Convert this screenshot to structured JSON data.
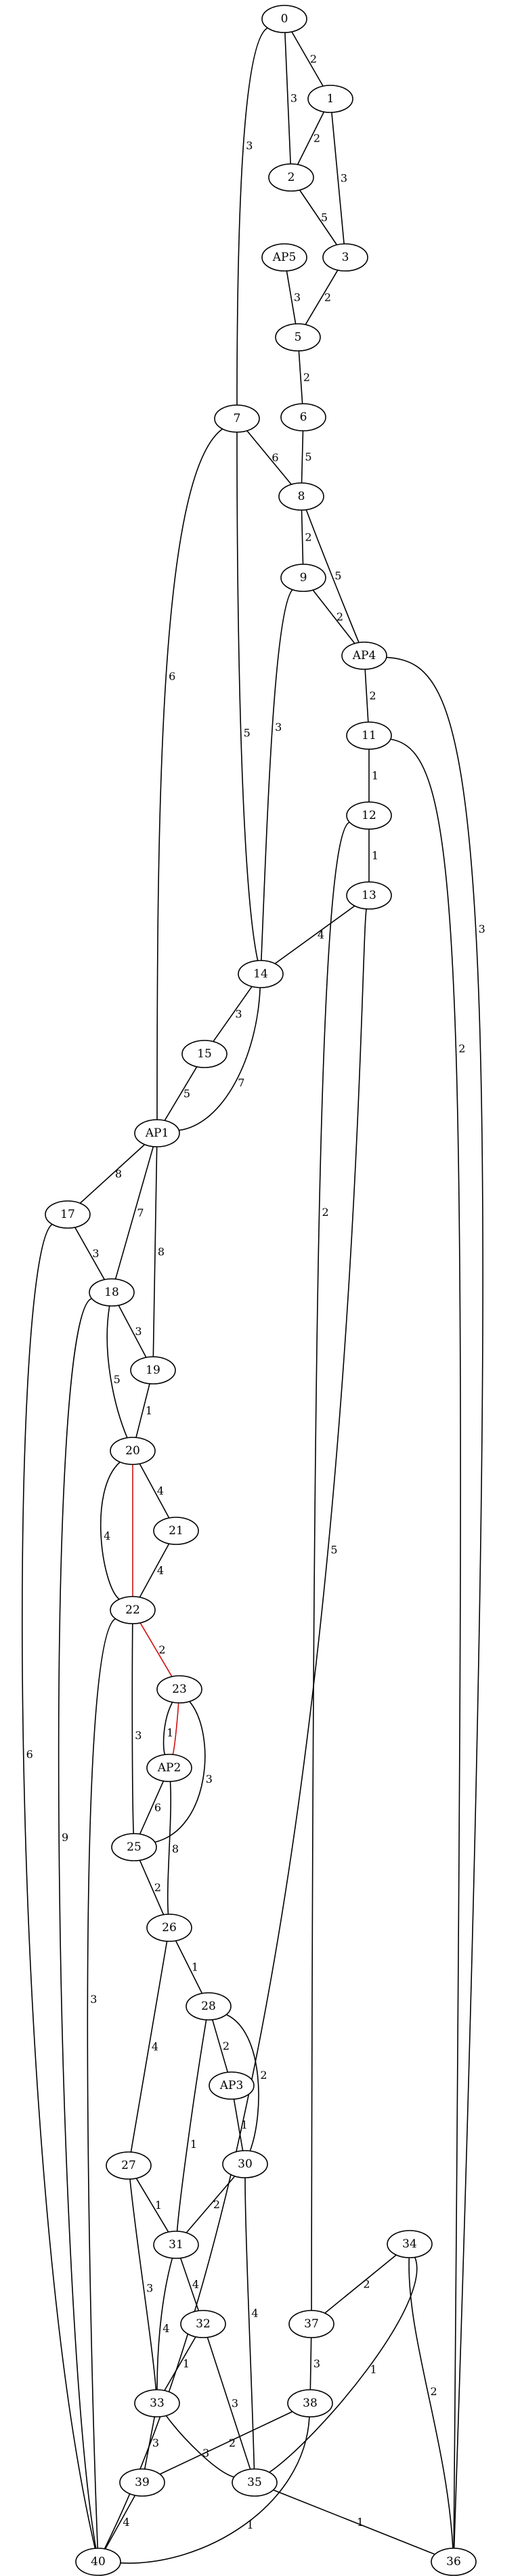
{
  "graph": {
    "nodes": [
      {
        "id": "0",
        "label": "0"
      },
      {
        "id": "1",
        "label": "1"
      },
      {
        "id": "2",
        "label": "2"
      },
      {
        "id": "3",
        "label": "3"
      },
      {
        "id": "AP5",
        "label": "AP5"
      },
      {
        "id": "5",
        "label": "5"
      },
      {
        "id": "6",
        "label": "6"
      },
      {
        "id": "7",
        "label": "7"
      },
      {
        "id": "8",
        "label": "8"
      },
      {
        "id": "9",
        "label": "9"
      },
      {
        "id": "AP4",
        "label": "AP4"
      },
      {
        "id": "11",
        "label": "11"
      },
      {
        "id": "12",
        "label": "12"
      },
      {
        "id": "13",
        "label": "13"
      },
      {
        "id": "14",
        "label": "14"
      },
      {
        "id": "15",
        "label": "15"
      },
      {
        "id": "AP1",
        "label": "AP1"
      },
      {
        "id": "17",
        "label": "17"
      },
      {
        "id": "18",
        "label": "18"
      },
      {
        "id": "19",
        "label": "19"
      },
      {
        "id": "20",
        "label": "20"
      },
      {
        "id": "21",
        "label": "21"
      },
      {
        "id": "22",
        "label": "22"
      },
      {
        "id": "23",
        "label": "23"
      },
      {
        "id": "AP2",
        "label": "AP2"
      },
      {
        "id": "25",
        "label": "25"
      },
      {
        "id": "26",
        "label": "26"
      },
      {
        "id": "28",
        "label": "28"
      },
      {
        "id": "AP3",
        "label": "AP3"
      },
      {
        "id": "27",
        "label": "27"
      },
      {
        "id": "30",
        "label": "30"
      },
      {
        "id": "31",
        "label": "31"
      },
      {
        "id": "34",
        "label": "34"
      },
      {
        "id": "32",
        "label": "32"
      },
      {
        "id": "37",
        "label": "37"
      },
      {
        "id": "33",
        "label": "33"
      },
      {
        "id": "38",
        "label": "38"
      },
      {
        "id": "39",
        "label": "39"
      },
      {
        "id": "35",
        "label": "35"
      },
      {
        "id": "40",
        "label": "40"
      },
      {
        "id": "36",
        "label": "36"
      }
    ],
    "edges": [
      {
        "from": "0",
        "to": "1",
        "label": "2"
      },
      {
        "from": "0",
        "to": "2",
        "label": "3"
      },
      {
        "from": "0",
        "to": "7",
        "label": "3"
      },
      {
        "from": "1",
        "to": "2",
        "label": "2"
      },
      {
        "from": "1",
        "to": "3",
        "label": "3"
      },
      {
        "from": "2",
        "to": "3",
        "label": "5"
      },
      {
        "from": "AP5",
        "to": "5",
        "label": "3"
      },
      {
        "from": "3",
        "to": "5",
        "label": "2"
      },
      {
        "from": "5",
        "to": "6",
        "label": "2"
      },
      {
        "from": "6",
        "to": "8",
        "label": "5"
      },
      {
        "from": "7",
        "to": "8",
        "label": "6"
      },
      {
        "from": "7",
        "to": "14",
        "label": "5"
      },
      {
        "from": "7",
        "to": "AP1",
        "label": "6"
      },
      {
        "from": "8",
        "to": "9",
        "label": "2"
      },
      {
        "from": "8",
        "to": "AP4",
        "label": "5"
      },
      {
        "from": "9",
        "to": "AP4",
        "label": "2"
      },
      {
        "from": "9",
        "to": "14",
        "label": "3"
      },
      {
        "from": "AP4",
        "to": "11",
        "label": "2"
      },
      {
        "from": "AP4",
        "to": "36",
        "label": "3"
      },
      {
        "from": "11",
        "to": "12",
        "label": "1"
      },
      {
        "from": "11",
        "to": "36",
        "label": "2"
      },
      {
        "from": "12",
        "to": "13",
        "label": "1"
      },
      {
        "from": "12",
        "to": "37",
        "label": "2"
      },
      {
        "from": "13",
        "to": "14",
        "label": "4"
      },
      {
        "from": "13",
        "to": "40",
        "label": "5"
      },
      {
        "from": "14",
        "to": "15",
        "label": "3"
      },
      {
        "from": "14",
        "to": "AP1",
        "label": "7"
      },
      {
        "from": "15",
        "to": "AP1",
        "label": "5"
      },
      {
        "from": "AP1",
        "to": "17",
        "label": "8"
      },
      {
        "from": "AP1",
        "to": "18",
        "label": "7"
      },
      {
        "from": "AP1",
        "to": "19",
        "label": "8"
      },
      {
        "from": "17",
        "to": "18",
        "label": "3"
      },
      {
        "from": "17",
        "to": "40",
        "label": "6"
      },
      {
        "from": "18",
        "to": "19",
        "label": "3"
      },
      {
        "from": "18",
        "to": "20",
        "label": "5"
      },
      {
        "from": "18",
        "to": "40",
        "label": "9"
      },
      {
        "from": "19",
        "to": "20",
        "label": "1"
      },
      {
        "from": "20",
        "to": "21",
        "label": "4"
      },
      {
        "from": "20",
        "to": "22",
        "label": "4"
      },
      {
        "from": "20",
        "to": "22",
        "label": "",
        "color": "#d01010"
      },
      {
        "from": "21",
        "to": "22",
        "label": "4"
      },
      {
        "from": "22",
        "to": "23",
        "label": "2",
        "color": "#d01010"
      },
      {
        "from": "22",
        "to": "25",
        "label": "3"
      },
      {
        "from": "22",
        "to": "40",
        "label": "3"
      },
      {
        "from": "23",
        "to": "AP2",
        "label": "1"
      },
      {
        "from": "23",
        "to": "AP2",
        "label": "",
        "color": "#d01010"
      },
      {
        "from": "23",
        "to": "25",
        "label": "3"
      },
      {
        "from": "AP2",
        "to": "25",
        "label": "6"
      },
      {
        "from": "AP2",
        "to": "26",
        "label": "8"
      },
      {
        "from": "25",
        "to": "26",
        "label": "2"
      },
      {
        "from": "26",
        "to": "28",
        "label": "1"
      },
      {
        "from": "26",
        "to": "27",
        "label": "4"
      },
      {
        "from": "28",
        "to": "AP3",
        "label": "2"
      },
      {
        "from": "28",
        "to": "30",
        "label": "2"
      },
      {
        "from": "28",
        "to": "31",
        "label": "1"
      },
      {
        "from": "AP3",
        "to": "30",
        "label": "1"
      },
      {
        "from": "27",
        "to": "31",
        "label": "1"
      },
      {
        "from": "27",
        "to": "33",
        "label": "3"
      },
      {
        "from": "30",
        "to": "31",
        "label": "2"
      },
      {
        "from": "30",
        "to": "35",
        "label": "4"
      },
      {
        "from": "31",
        "to": "32",
        "label": "4"
      },
      {
        "from": "31",
        "to": "33",
        "label": "4"
      },
      {
        "from": "34",
        "to": "37",
        "label": "2"
      },
      {
        "from": "34",
        "to": "35",
        "label": "1"
      },
      {
        "from": "34",
        "to": "36",
        "label": "2"
      },
      {
        "from": "32",
        "to": "33",
        "label": "1"
      },
      {
        "from": "32",
        "to": "35",
        "label": "3"
      },
      {
        "from": "37",
        "to": "38",
        "label": "3"
      },
      {
        "from": "33",
        "to": "39",
        "label": "3"
      },
      {
        "from": "33",
        "to": "35",
        "label": "3"
      },
      {
        "from": "38",
        "to": "39",
        "label": "2"
      },
      {
        "from": "38",
        "to": "40",
        "label": "1"
      },
      {
        "from": "39",
        "to": "40",
        "label": "4"
      },
      {
        "from": "35",
        "to": "36",
        "label": "1"
      }
    ]
  }
}
